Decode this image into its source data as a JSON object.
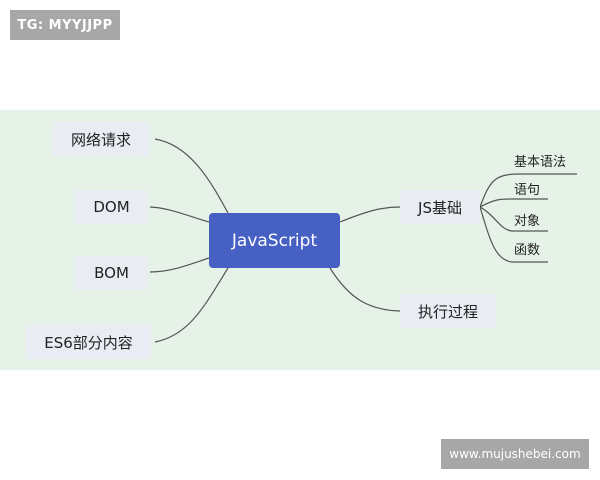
{
  "watermarks": {
    "top": "TG: MYYJJPP",
    "bottom": "www.mujushebei.com"
  },
  "mindmap": {
    "root": "JavaScript",
    "left": [
      "网络请求",
      "DOM",
      "BOM",
      "ES6部分内容"
    ],
    "right": [
      "JS基础",
      "执行过程"
    ],
    "js_basics_children": [
      "基本语法",
      "语句",
      "对象",
      "函数"
    ]
  },
  "colors": {
    "root_fill": "#4760c4",
    "node_fill": "#e9ecf3",
    "band_fill": "#e6f2e8",
    "connector": "#555555"
  }
}
